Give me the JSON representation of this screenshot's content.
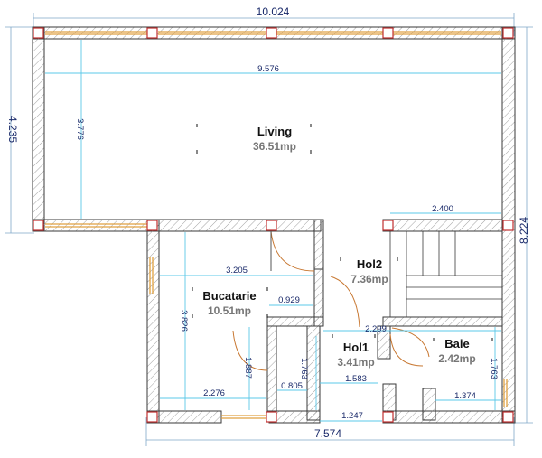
{
  "overall": {
    "width_top": "10.024",
    "height_left": "4.235",
    "height_right": "8.224",
    "width_bottom": "7.574"
  },
  "rooms": [
    {
      "name": "Living",
      "area": "36.51mp"
    },
    {
      "name": "Hol2",
      "area": "7.36mp"
    },
    {
      "name": "Bucatarie",
      "area": "10.51mp"
    },
    {
      "name": "Hol1",
      "area": "3.41mp"
    },
    {
      "name": "Baie",
      "area": "2.42mp"
    }
  ],
  "inner_dims": {
    "living_width": "9.576",
    "living_height": "3.776",
    "stair_width": "2.400",
    "kitchen_width": "3.205",
    "kitchen_height": "3.826",
    "kitchen_niche": "0.929",
    "kitchen_lower_width": "2.276",
    "kitchen_lower_height": "1.887",
    "closet_width": "0.805",
    "closet_height": "1.763",
    "hol1_width": "1.583",
    "hol1_bottom": "1.247",
    "hol_passage": "2.299",
    "baie_width": "1.374",
    "baie_height": "1.763"
  },
  "colors": {
    "wall_outline": "#3a3a3a",
    "hatch": "#8a8a8a",
    "dimension": "#5bc8e8",
    "dimension_text": "#1a2a6a",
    "door_arc": "#c87832",
    "window": "#e0a040",
    "column": "#c03030"
  }
}
